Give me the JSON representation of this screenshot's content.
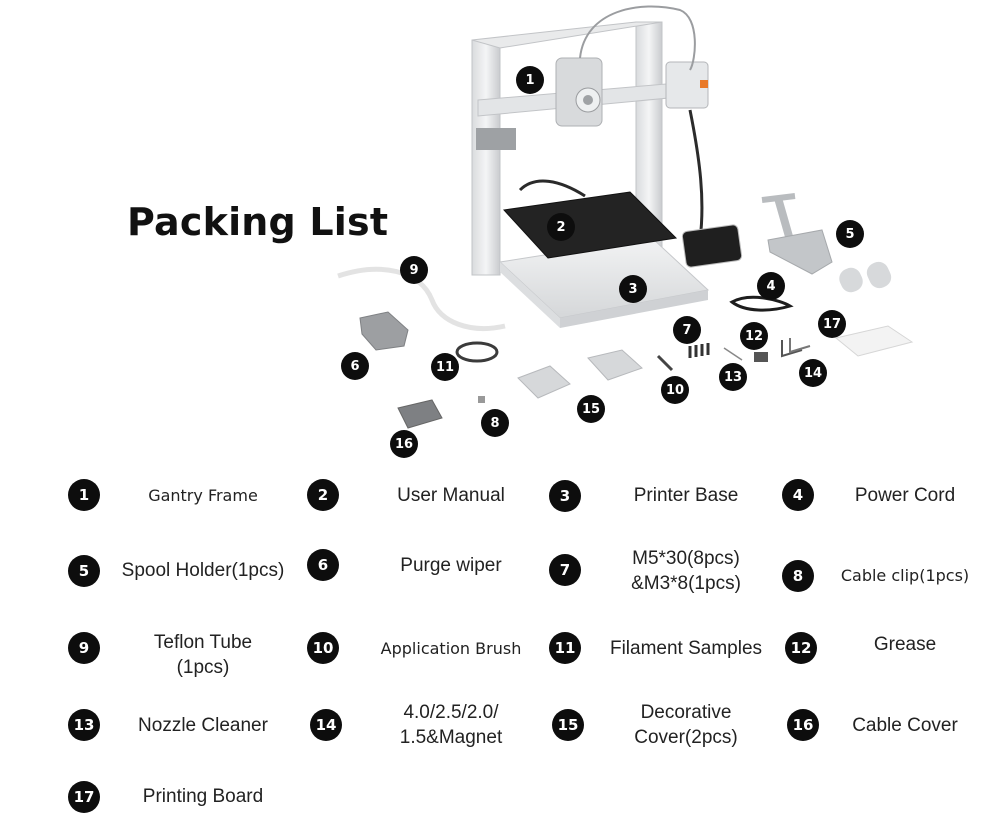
{
  "title": "Packing List",
  "callouts": [
    "1",
    "2",
    "3",
    "4",
    "5",
    "6",
    "7",
    "8",
    "9",
    "10",
    "11",
    "12",
    "13",
    "14",
    "15",
    "16",
    "17"
  ],
  "items": [
    {
      "num": "1",
      "label": "Gantry Frame"
    },
    {
      "num": "2",
      "label": "User Manual"
    },
    {
      "num": "3",
      "label": "Printer Base"
    },
    {
      "num": "4",
      "label": "Power Cord"
    },
    {
      "num": "5",
      "label": "Spool Holder(1pcs)"
    },
    {
      "num": "6",
      "label": "Purge wiper"
    },
    {
      "num": "7",
      "label": "M5*30(8pcs)\n&M3*8(1pcs)"
    },
    {
      "num": "8",
      "label": "Cable clip(1pcs)"
    },
    {
      "num": "9",
      "label": "Teflon Tube\n(1pcs)"
    },
    {
      "num": "10",
      "label": "Application Brush"
    },
    {
      "num": "11",
      "label": "Filament Samples"
    },
    {
      "num": "12",
      "label": "Grease"
    },
    {
      "num": "13",
      "label": "Nozzle Cleaner"
    },
    {
      "num": "14",
      "label": "4.0/2.5/2.0/\n1.5&Magnet"
    },
    {
      "num": "15",
      "label": "Decorative\nCover(2pcs)"
    },
    {
      "num": "16",
      "label": "Cable Cover"
    },
    {
      "num": "17",
      "label": "Printing Board"
    }
  ]
}
